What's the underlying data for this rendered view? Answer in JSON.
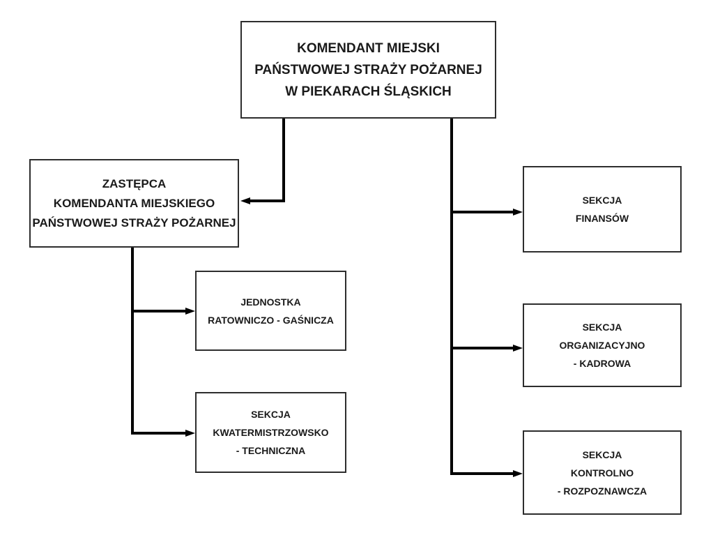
{
  "diagram": {
    "type": "org-chart",
    "colors": {
      "background": "#ffffff",
      "box_border": "#2d2d2d",
      "text": "#1a1a1a",
      "connector": "#000000"
    },
    "nodes": {
      "komendant": {
        "lines": [
          "KOMENDANT MIEJSKI",
          "PAŃSTWOWEJ STRAŻY POŻARNEJ",
          "W PIEKARACH ŚLĄSKICH"
        ]
      },
      "zastepca": {
        "lines": [
          "ZASTĘPCA",
          "KOMENDANTA MIEJSKIEGO",
          "PAŃSTWOWEJ STRAŻY POŻARNEJ"
        ]
      },
      "jednostka": {
        "lines": [
          "JEDNOSTKA",
          "RATOWNICZO - GAŚNICZA"
        ]
      },
      "kwatermistrzowska": {
        "lines": [
          "SEKCJA",
          "KWATERMISTRZOWSKO",
          "- TECHNICZNA"
        ]
      },
      "finansow": {
        "lines": [
          "SEKCJA",
          "FINANSÓW"
        ]
      },
      "organizacyjna": {
        "lines": [
          "SEKCJA",
          "ORGANIZACYJNO",
          "- KADROWA"
        ]
      },
      "kontrolna": {
        "lines": [
          "SEKCJA",
          "KONTROLNO",
          "- ROZPOZNAWCZA"
        ]
      }
    },
    "edges": [
      {
        "from": "komendant",
        "to": "zastepca",
        "arrow": "into-zastepca-right-side"
      },
      {
        "from": "komendant",
        "to": "finansow",
        "arrow": "into-finansow-left-side"
      },
      {
        "from": "komendant",
        "to": "organizacyjna",
        "arrow": "into-organizacyjna-left-side"
      },
      {
        "from": "komendant",
        "to": "kontrolna",
        "arrow": "into-kontrolna-left-side"
      },
      {
        "from": "zastepca",
        "to": "jednostka",
        "arrow": "into-jednostka-left-side"
      },
      {
        "from": "zastepca",
        "to": "kwatermistrzowska",
        "arrow": "into-kwatermistrzowska-left-side"
      }
    ]
  }
}
